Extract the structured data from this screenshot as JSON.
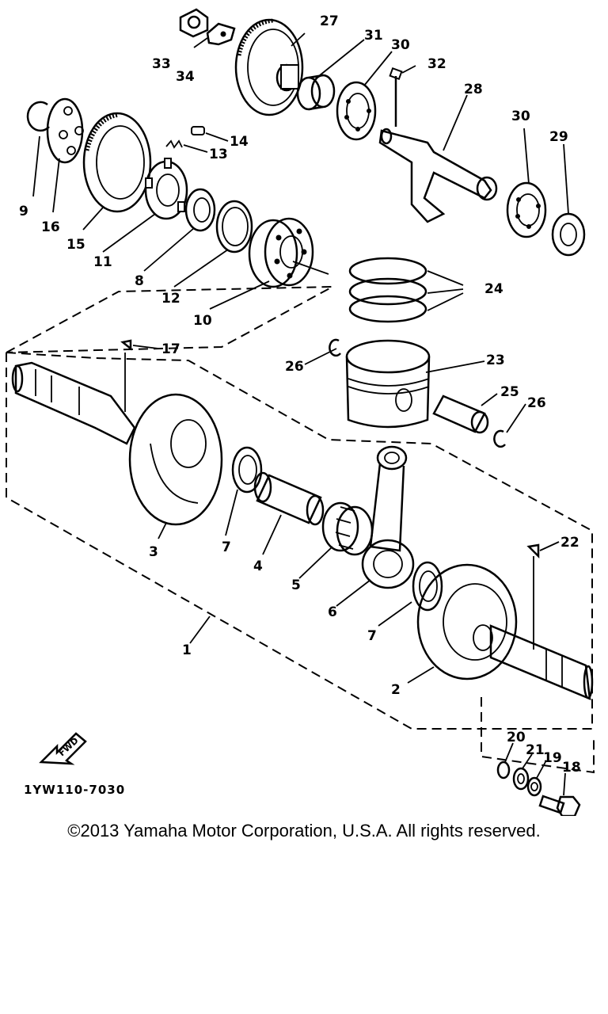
{
  "diagram_code": "1YW110-7030",
  "fwd_label": "FWD",
  "copyright": "©2013 Yamaha Motor Corporation, U.S.A. All rights reserved.",
  "callouts": {
    "c1": "1",
    "c2": "2",
    "c3": "3",
    "c4": "4",
    "c5": "5",
    "c6": "6",
    "c7a": "7",
    "c7b": "7",
    "c8": "8",
    "c9": "9",
    "c10": "10",
    "c11": "11",
    "c12": "12",
    "c13": "13",
    "c14": "14",
    "c15": "15",
    "c16": "16",
    "c17": "17",
    "c18": "18",
    "c19": "19",
    "c20": "20",
    "c21": "21",
    "c22": "22",
    "c23": "23",
    "c24": "24",
    "c25": "25",
    "c26a": "26",
    "c26b": "26",
    "c27": "27",
    "c28": "28",
    "c29": "29",
    "c30a": "30",
    "c30b": "30",
    "c31": "31",
    "c32": "32",
    "c33": "33",
    "c34": "34"
  }
}
